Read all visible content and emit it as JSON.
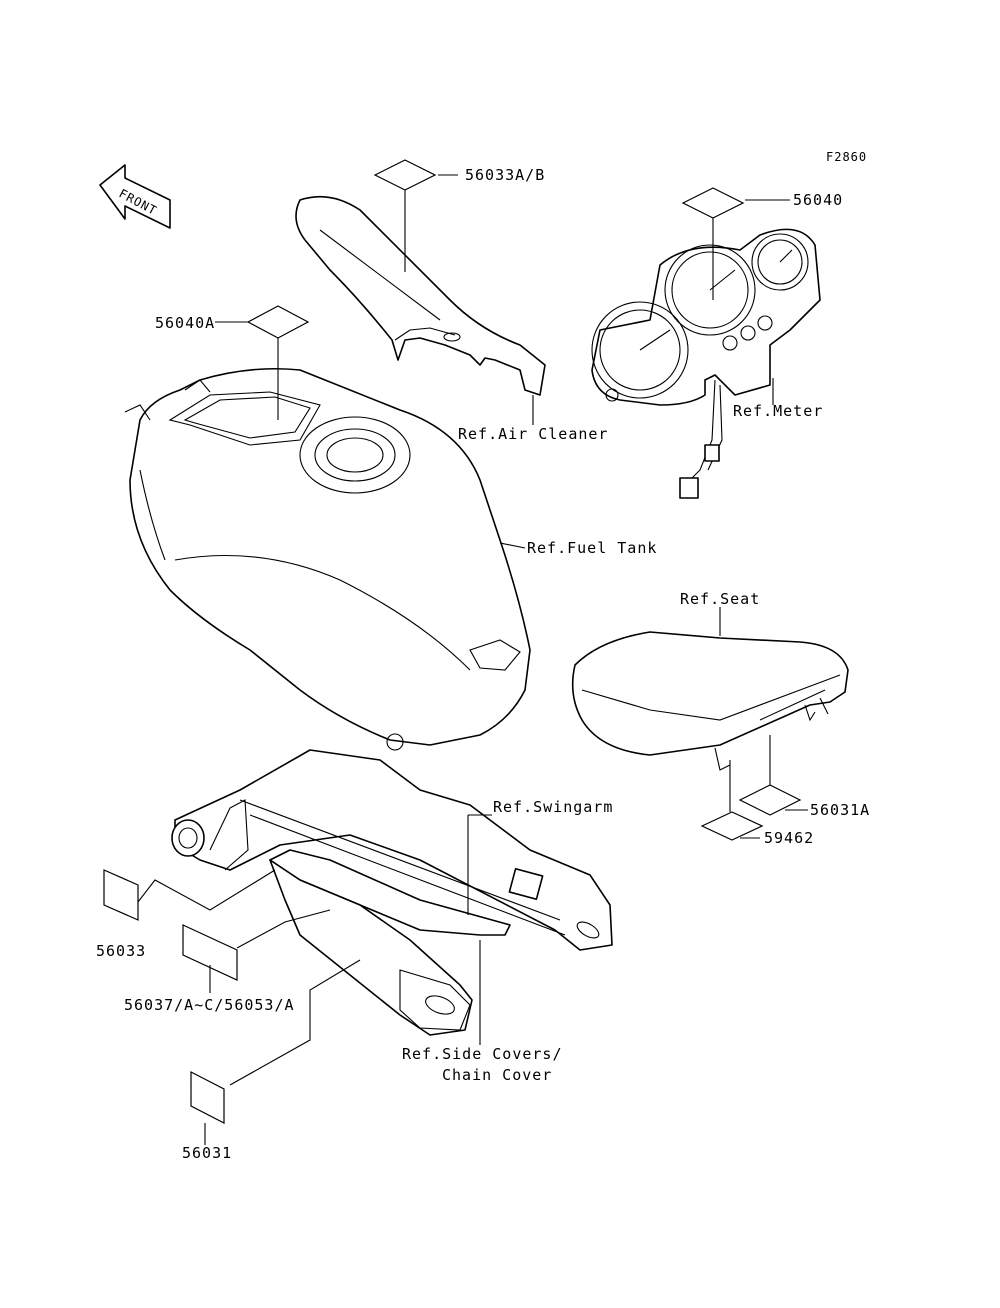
{
  "figure_code": "F2860",
  "front_arrow": {
    "text": "FRONT",
    "icon": "front-direction-arrow"
  },
  "callouts": {
    "c56033ab": "56033A/B",
    "c56040": "56040",
    "c56040a": "56040A",
    "ref_air_cleaner": "Ref.Air Cleaner",
    "ref_meter": "Ref.Meter",
    "ref_fuel_tank": "Ref.Fuel Tank",
    "ref_seat": "Ref.Seat",
    "ref_swingarm": "Ref.Swingarm",
    "c56031a": "56031A",
    "c59462": "59462",
    "c56033": "56033",
    "c56037": "56037/A~C/56053/A",
    "ref_side_covers_1": "Ref.Side Covers/",
    "ref_side_covers_2": "Chain Cover",
    "c56031": "56031"
  }
}
